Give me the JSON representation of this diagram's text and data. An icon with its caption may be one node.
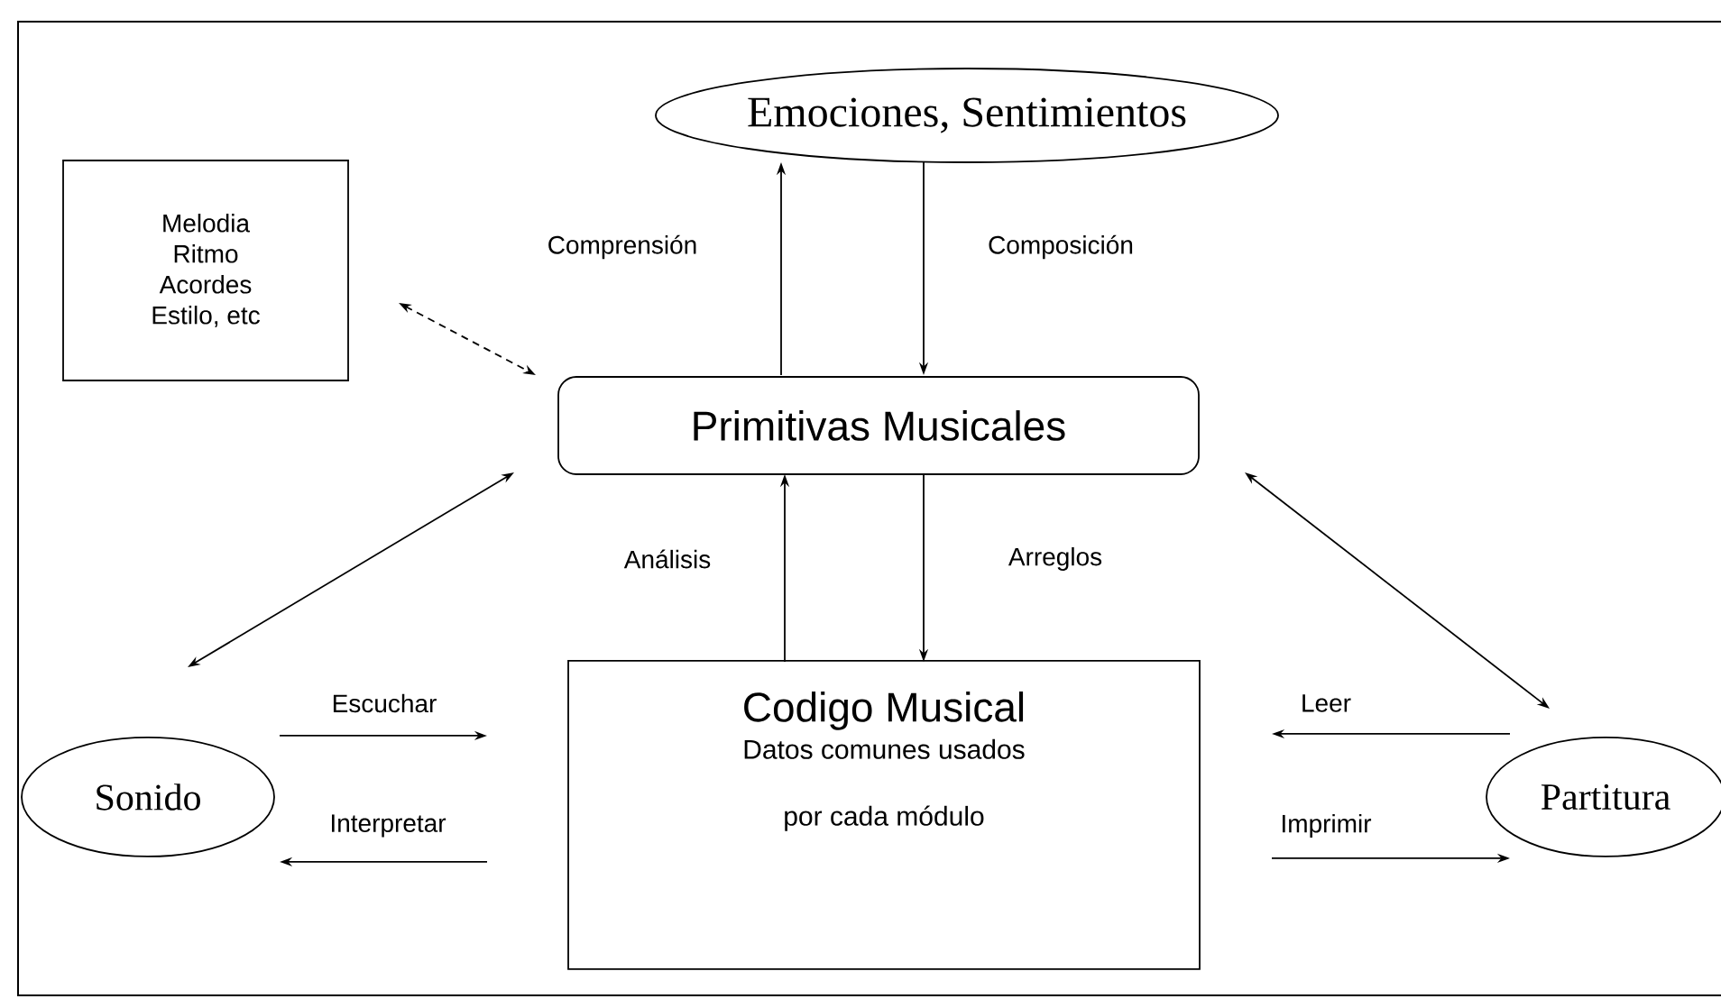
{
  "diagram": {
    "nodes": [
      {
        "text": [
          "Emociones, Sentimientos"
        ]
      },
      {
        "text": [
          "Melodia Ritmo Acordes Estilo, etc"
        ]
      },
      {
        "text": [
          "Primitivas Musicales"
        ]
      },
      {
        "text": [
          "Codigo Musical",
          "Datos comunes usados por cada módulo"
        ]
      },
      {
        "text": [
          "Sonido"
        ]
      },
      {
        "text": [
          "Partitura"
        ]
      }
    ],
    "edges": [
      {
        "from": 2,
        "to": 0,
        "arrow": "to",
        "label": "Comprensión"
      },
      {
        "from": 0,
        "to": 2,
        "arrow": "to",
        "label": "Composición"
      },
      {
        "from": 1,
        "to": 2,
        "arrow": "both",
        "style": "dashed"
      },
      {
        "from": 2,
        "to": 4,
        "arrow": "both"
      },
      {
        "from": 2,
        "to": 5,
        "arrow": "both"
      },
      {
        "from": 3,
        "to": 2,
        "arrow": "to",
        "label": "Análisis"
      },
      {
        "from": 2,
        "to": 3,
        "arrow": "to",
        "label": "Arreglos"
      },
      {
        "from": 4,
        "to": 3,
        "arrow": "to",
        "label": "Escuchar"
      },
      {
        "from": 3,
        "to": 4,
        "arrow": "to",
        "label": "Interpretar"
      },
      {
        "from": 5,
        "to": 3,
        "arrow": "to",
        "label": "Leer"
      },
      {
        "from": 3,
        "to": 5,
        "arrow": "to",
        "label": "Imprimir"
      }
    ]
  }
}
